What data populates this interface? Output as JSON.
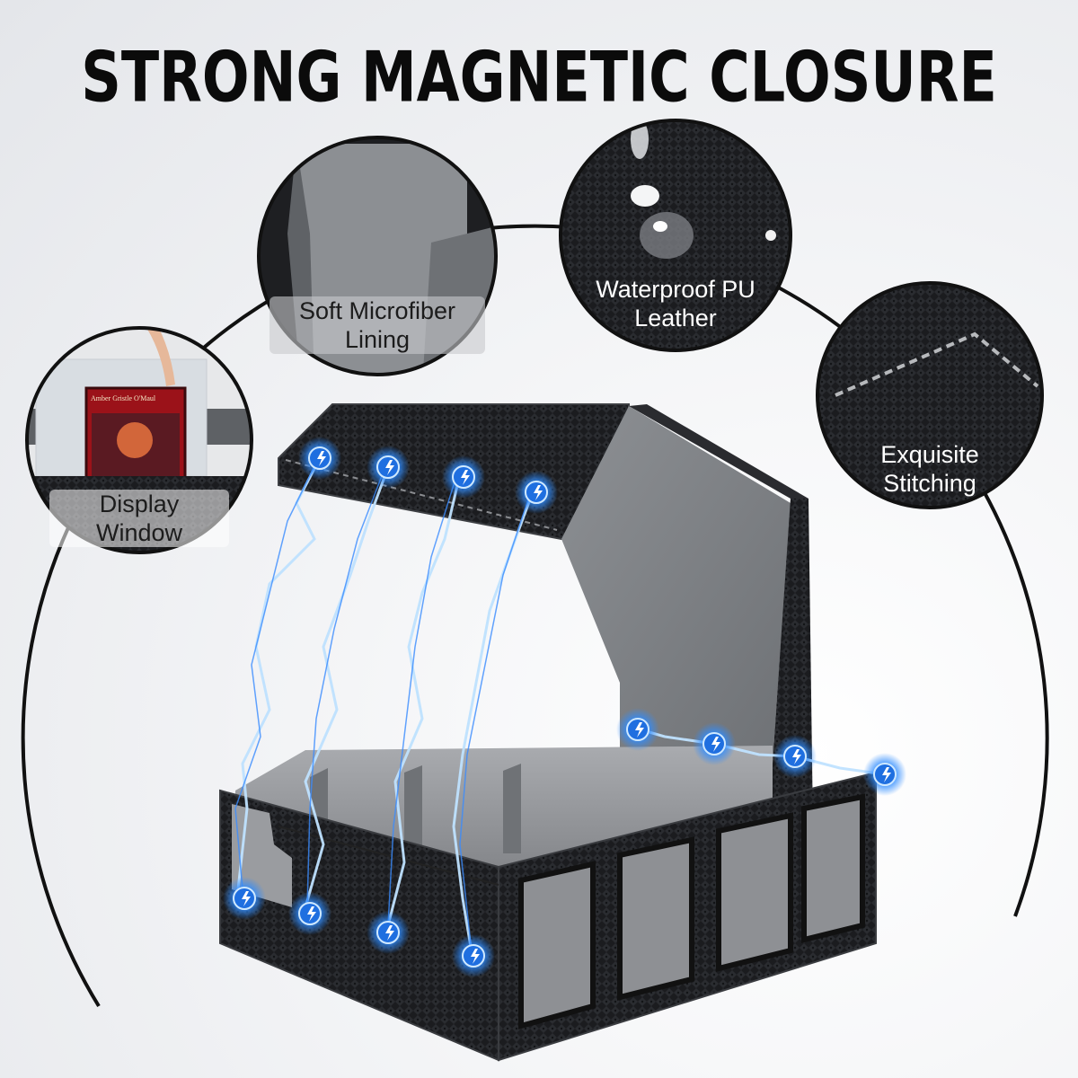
{
  "headline": "STRONG MAGNETIC CLOSURE",
  "features": [
    {
      "icon": "card-display-icon",
      "line1": "Display",
      "line2": "Window"
    },
    {
      "icon": "microfiber-lining-icon",
      "line1": "Soft Microfiber",
      "line2": "Lining"
    },
    {
      "icon": "water-drop-icon",
      "line1": "Waterproof PU",
      "line2": "Leather"
    },
    {
      "icon": "stitching-icon",
      "line1": "Exquisite",
      "line2": "Stitching"
    }
  ],
  "card": {
    "name": "Amber Gristle O'Maul"
  },
  "colors": {
    "leather": "#1e1f22",
    "lining": "#8f9195",
    "magnet_glow": "#2f8cff",
    "headline": "#0b0b0b"
  }
}
